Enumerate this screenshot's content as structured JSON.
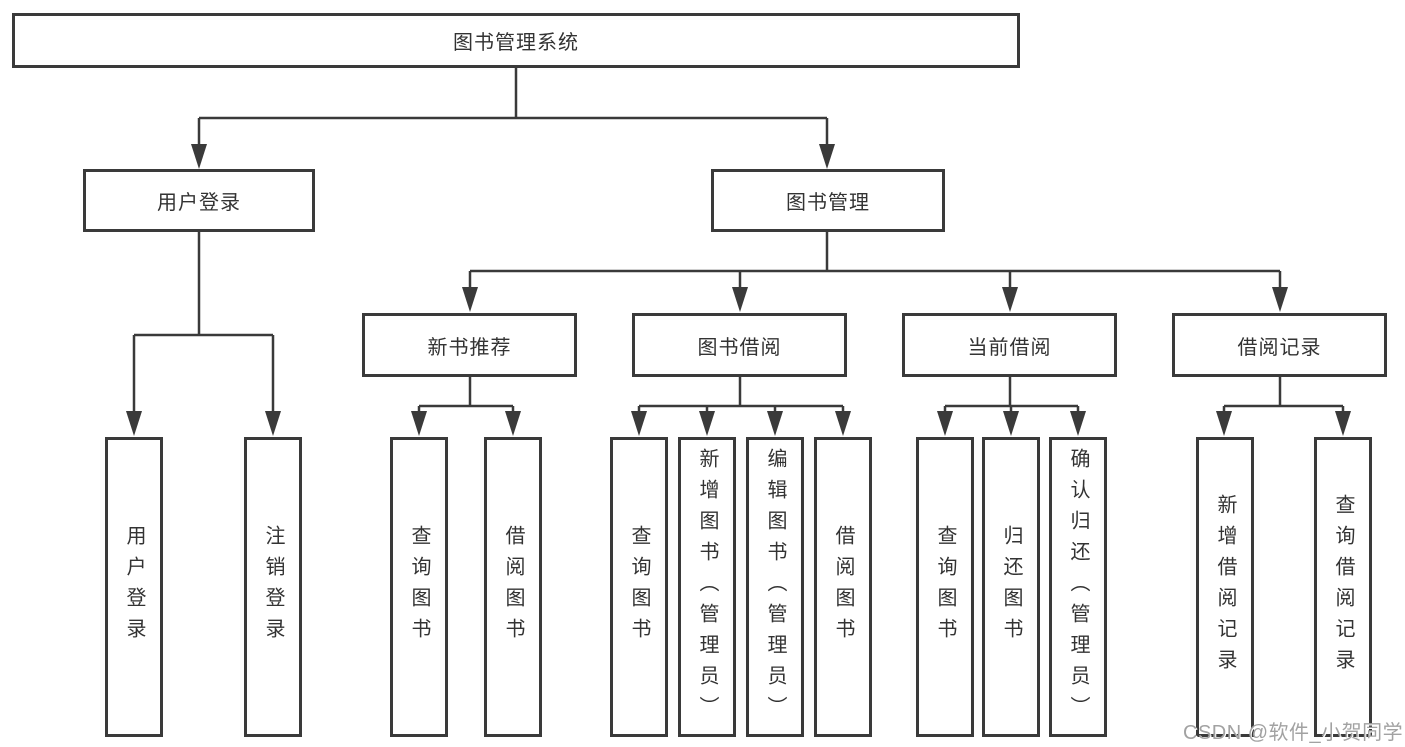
{
  "diagram": {
    "root": {
      "label": "图书管理系统"
    },
    "level2": [
      {
        "label": "用户登录"
      },
      {
        "label": "图书管理"
      }
    ],
    "level3": [
      {
        "label": "新书推荐"
      },
      {
        "label": "图书借阅"
      },
      {
        "label": "当前借阅"
      },
      {
        "label": "借阅记录"
      }
    ],
    "leaves": {
      "user_login": [
        {
          "label": "用户登录"
        },
        {
          "label": "注销登录"
        }
      ],
      "new_book": [
        {
          "label": "查询图书"
        },
        {
          "label": "借阅图书"
        }
      ],
      "book_borrow": [
        {
          "label": "查询图书"
        },
        {
          "label": "新增图书（管理员）"
        },
        {
          "label": "编辑图书（管理员）"
        },
        {
          "label": "借阅图书"
        }
      ],
      "current_borrow": [
        {
          "label": "查询图书"
        },
        {
          "label": "归还图书"
        },
        {
          "label": "确认归还（管理员）"
        }
      ],
      "borrow_record": [
        {
          "label": "新增借阅记录"
        },
        {
          "label": "查询借阅记录"
        }
      ]
    },
    "colors": {
      "line": "#3a3a3a",
      "text": "#333333",
      "node_fill": "#ffffff",
      "background": "#ffffff",
      "watermark": "#a2a2a2"
    }
  },
  "watermark": {
    "text": "CSDN @软件_小贺同学"
  }
}
